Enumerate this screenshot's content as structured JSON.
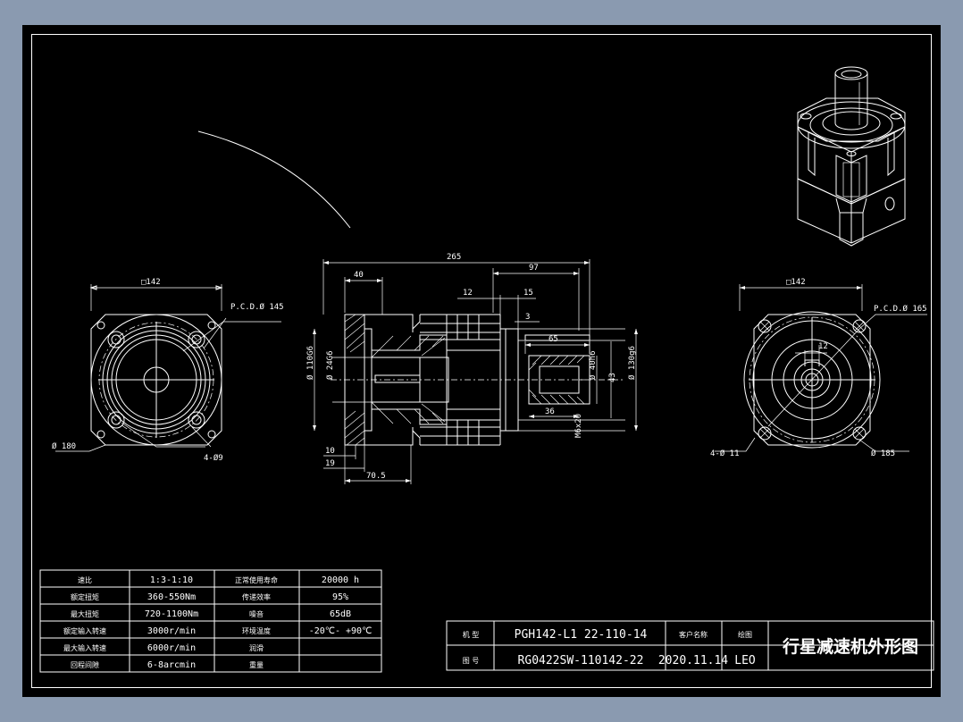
{
  "sheet": {
    "background_color": "#000000",
    "page_color": "#8a9ab0",
    "line_color": "#ffffff"
  },
  "spec_table": {
    "rows": [
      {
        "label_cn": "速比",
        "value": "1:3-1:10",
        "label2_cn": "正常使用寿命",
        "value2": "20000 h"
      },
      {
        "label_cn": "额定扭矩",
        "value": "360-550Nm",
        "label2_cn": "传递效率",
        "value2": "95%"
      },
      {
        "label_cn": "最大扭矩",
        "value": "720-1100Nm",
        "label2_cn": "噪音",
        "value2": "65dB"
      },
      {
        "label_cn": "额定输入转速",
        "value": "3000r/min",
        "label2_cn": "环境温度",
        "value2": "-20℃- +90℃"
      },
      {
        "label_cn": "最大输入转速",
        "value": "6000r/min",
        "label2_cn": "润滑",
        "value2": ""
      },
      {
        "label_cn": "回程间隙",
        "value": "6-8arcmin",
        "label2_cn": "重量",
        "value2": ""
      }
    ]
  },
  "title_block": {
    "model_label": "机 型",
    "model_value": "PGH142-L1 22-110-14",
    "drawing_no_label": "图 号",
    "drawing_no_value": "RG0422SW-110142-22",
    "material_label": "客户名称",
    "date_value": "2020.11.14",
    "drawn_label": "绘图",
    "drawn_value": "LEO",
    "title": "行星减速机外形图"
  },
  "left_view": {
    "square_dim": "□142",
    "pcd": "P.C.D.Ø 145",
    "outer_dia": "Ø 180",
    "holes": "4-Ø9"
  },
  "right_view": {
    "square_dim": "□142",
    "pcd": "P.C.D.Ø 165",
    "outer_dia": "Ø 185",
    "holes": "4-Ø 11",
    "key_dim": "12"
  },
  "section_view": {
    "total_length": "265",
    "flange_length": "40",
    "dim_70_5": "70.5",
    "dim_10": "10",
    "dim_19": "19",
    "dim_97": "97",
    "dim_12": "12",
    "dim_15": "15",
    "dim_3": "3",
    "dim_65": "65",
    "dim_36": "36",
    "dim_43": "43",
    "pilot_dia": "Ø 110G6",
    "input_bore": "Ø 24G6",
    "output_shaft": "Ø 40h6",
    "output_flange": "Ø 130g6",
    "thread": "M6x20"
  }
}
